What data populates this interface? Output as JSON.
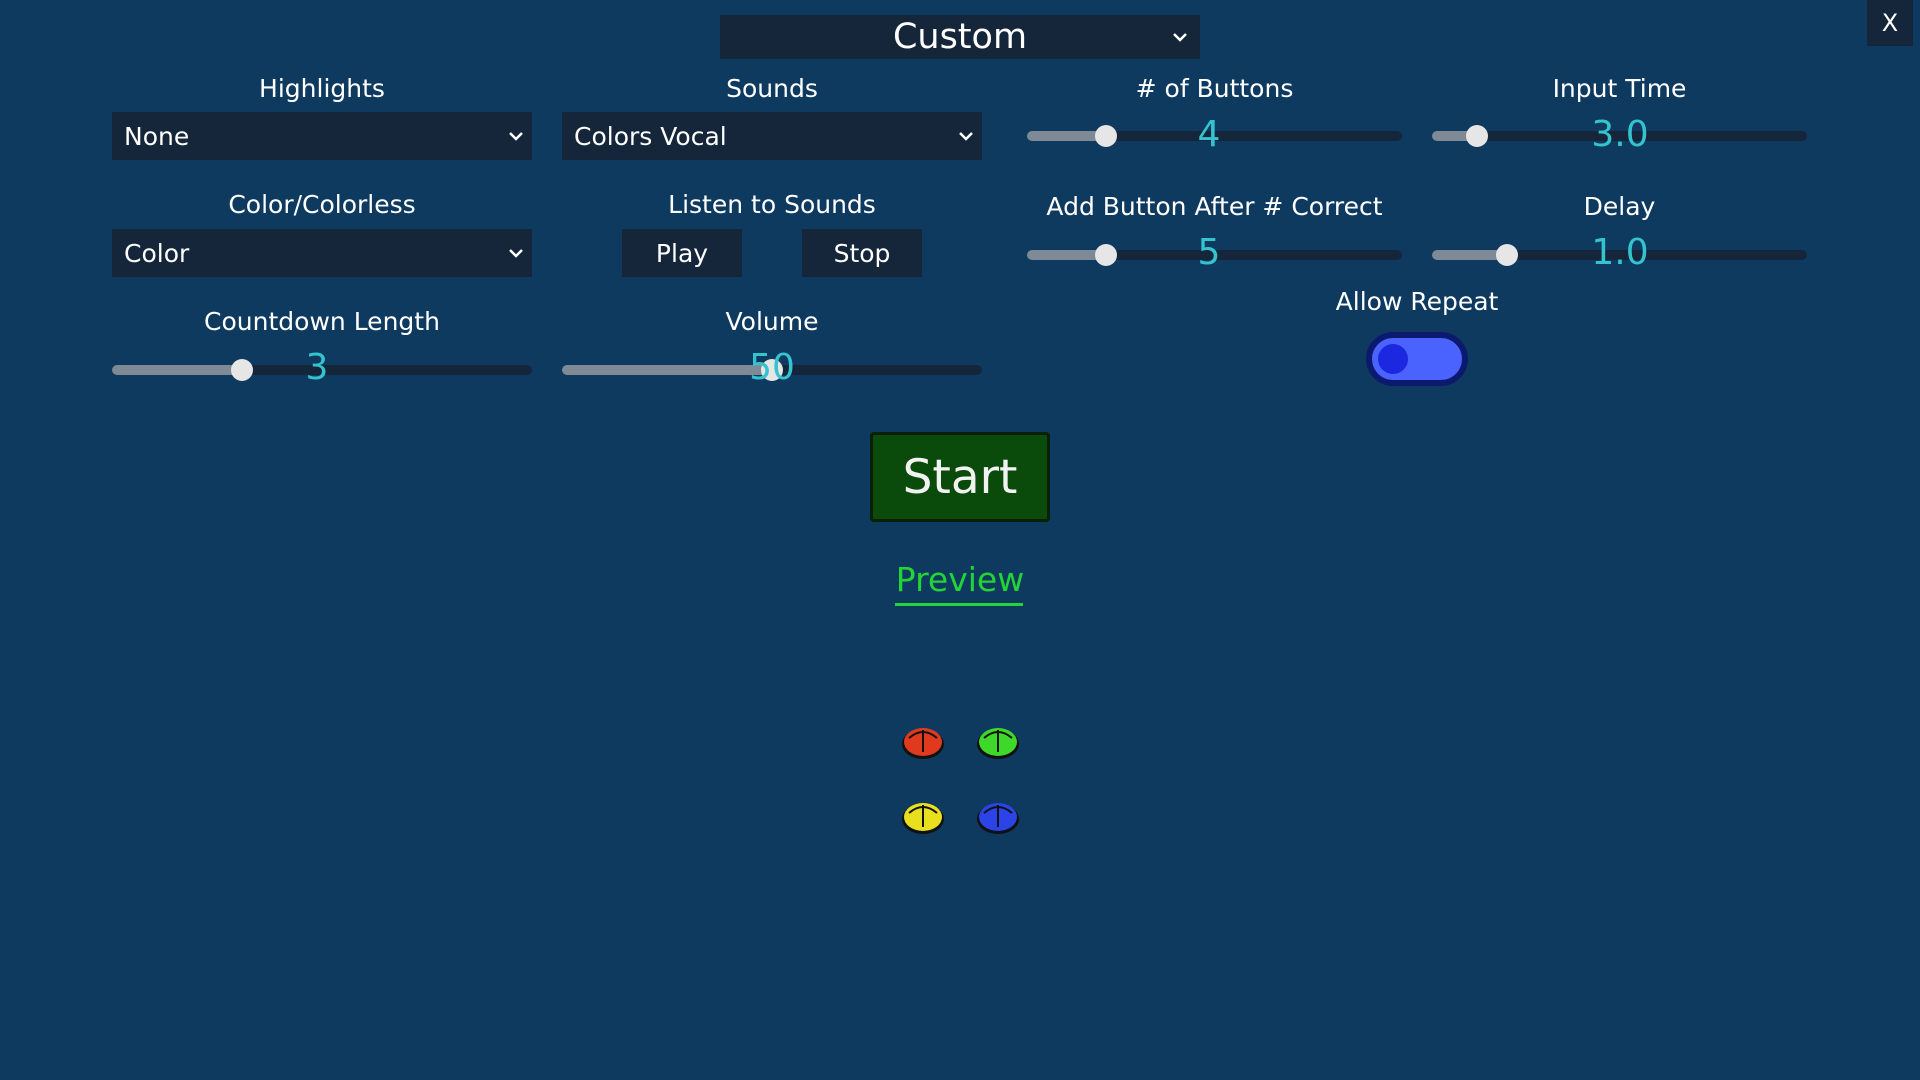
{
  "window": {
    "close_label": "X"
  },
  "preset": {
    "selected": "Custom"
  },
  "highlights": {
    "label": "Highlights",
    "selected": "None"
  },
  "sounds": {
    "label": "Sounds",
    "selected": "Colors Vocal"
  },
  "color_mode": {
    "label": "Color/Colorless",
    "selected": "Color"
  },
  "listen": {
    "label": "Listen to Sounds",
    "play_label": "Play",
    "stop_label": "Stop"
  },
  "countdown": {
    "label": "Countdown Length",
    "value": "3",
    "fraction": 0.31
  },
  "volume": {
    "label": "Volume",
    "value": "50",
    "fraction": 0.5
  },
  "num_buttons": {
    "label": "# of Buttons",
    "value": "4",
    "fraction": 0.21
  },
  "input_time": {
    "label": "Input Time",
    "value": "3.0",
    "fraction": 0.12
  },
  "add_button_after": {
    "label": "Add Button After # Correct",
    "value": "5",
    "fraction": 0.21
  },
  "delay": {
    "label": "Delay",
    "value": "1.0",
    "fraction": 0.2
  },
  "allow_repeat": {
    "label": "Allow Repeat",
    "enabled": false
  },
  "start": {
    "label": "Start"
  },
  "preview": {
    "label": "Preview",
    "buttons": [
      {
        "name": "red",
        "color": "#e03a1e"
      },
      {
        "name": "green",
        "color": "#3ed82a"
      },
      {
        "name": "yellow",
        "color": "#e8df1e"
      },
      {
        "name": "blue",
        "color": "#2a44e8"
      }
    ]
  },
  "colors": {
    "background": "#0e3a60",
    "panel": "#15263a",
    "value_text": "#35c4cf",
    "preview_text": "#22d436",
    "start_bg": "#0a4a0a",
    "toggle_bg": "#4a63ff",
    "toggle_border": "#0b1a6e"
  },
  "icons": {
    "chevron": "chevron-down-icon",
    "game_button": "simon-button-icon"
  }
}
